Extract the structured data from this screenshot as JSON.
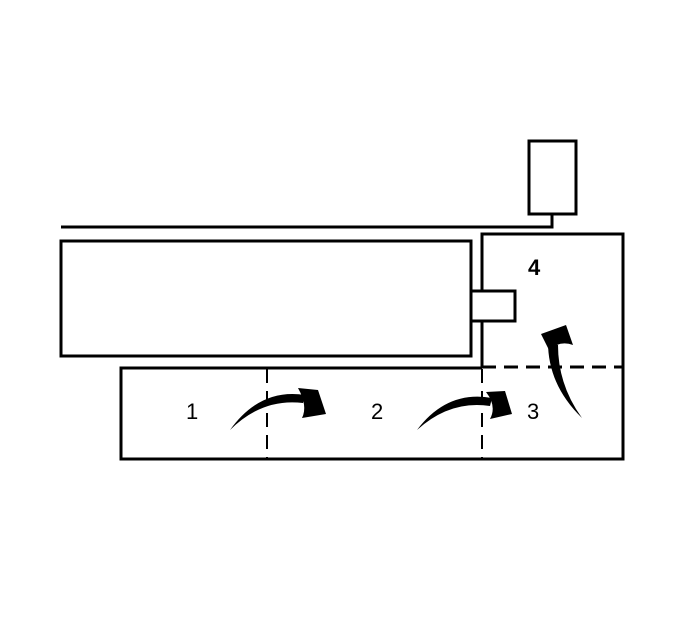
{
  "diagram": {
    "background": "#ffffff",
    "stroke_color": "#000000",
    "labels": {
      "zone1": "1",
      "zone2": "2",
      "zone3": "3",
      "zone4": "4"
    },
    "components": [
      {
        "id": "top-module",
        "shape": "rectangle"
      },
      {
        "id": "long-panel",
        "shape": "rectangle"
      },
      {
        "id": "connector-block",
        "shape": "rectangle"
      },
      {
        "id": "upper-right-zone",
        "shape": "rectangle"
      },
      {
        "id": "lower-track",
        "shape": "rectangle"
      }
    ],
    "arrows": [
      {
        "id": "arrow-1-to-2",
        "direction": "right"
      },
      {
        "id": "arrow-2-to-3",
        "direction": "right"
      },
      {
        "id": "arrow-3-to-4",
        "direction": "up"
      }
    ]
  }
}
